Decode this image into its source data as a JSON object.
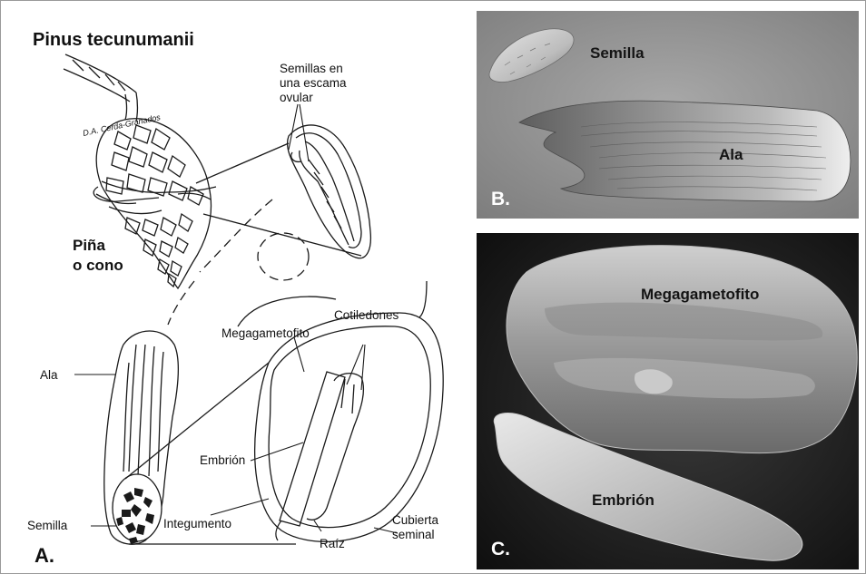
{
  "panel_a": {
    "title": "Pinus tecunumanii",
    "signature": "D.A. Cerda-Granados",
    "cone_label_line1": "Piña",
    "cone_label_line2": "o cono",
    "scale_label_line1": "Semillas en",
    "scale_label_line2": "una escama",
    "scale_label_line3": "ovular",
    "ala": "Ala",
    "megagametofito": "Megagametofito",
    "cotiledones": "Cotiledones",
    "embrion": "Embrión",
    "semilla": "Semilla",
    "integumento": "Integumento",
    "cubierta_line1": "Cubierta",
    "cubierta_line2": "seminal",
    "raiz": "Raíz",
    "panel_letter": "A."
  },
  "panel_b": {
    "semilla": "Semilla",
    "ala": "Ala",
    "panel_letter": "B."
  },
  "panel_c": {
    "megagametofito": "Megagametofito",
    "embrion": "Embrión",
    "panel_letter": "C."
  },
  "colors": {
    "frame": "#9a9a9a",
    "ink": "#1a1a1a",
    "photo_b_bg": "#8f8f8f",
    "photo_c_bg": "#1d1d1d"
  }
}
